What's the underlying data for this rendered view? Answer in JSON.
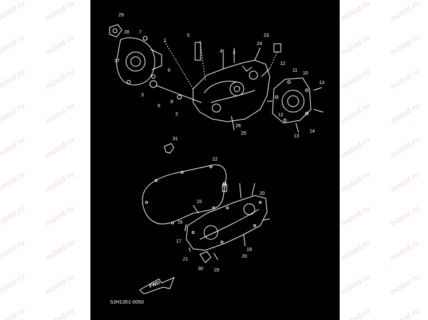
{
  "watermark": {
    "text": "motod.ru",
    "color": "#f2d6d6"
  },
  "diagram": {
    "background": "#000000",
    "line_color": "#ffffff",
    "callouts": [
      "29",
      "28",
      "7",
      "27",
      "1",
      "5",
      "4",
      "2",
      "23",
      "24",
      "6",
      "3",
      "9",
      "8",
      "3",
      "12",
      "11",
      "10",
      "13",
      "12",
      "26",
      "25",
      "13",
      "14",
      "31",
      "22",
      "18",
      "20",
      "15",
      "16",
      "17",
      "19",
      "21",
      "20",
      "30",
      "19"
    ],
    "fwd_label": "FWD",
    "part_code": "5JH1351-0050"
  }
}
